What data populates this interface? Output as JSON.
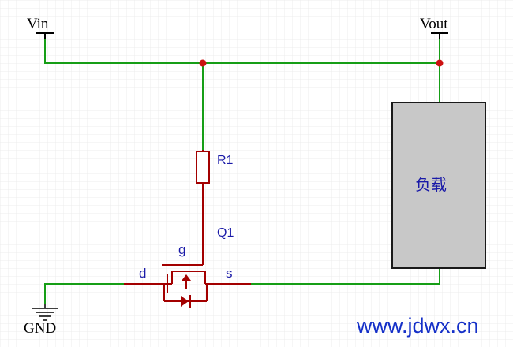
{
  "labels": {
    "vin": "Vin",
    "vout": "Vout",
    "gnd": "GND",
    "r1": "R1",
    "q1": "Q1",
    "gate": "g",
    "drain": "d",
    "source": "s",
    "load": "负载",
    "watermark": "www.jdwx.cn"
  },
  "colors": {
    "wire": "#169e16",
    "component": "#a30000",
    "junction": "#cc1111",
    "label": "#1a1aa8",
    "power_symbol": "#000000",
    "load_fill": "#c8c8c8",
    "watermark": "#1530c8",
    "grid": "#e6e6e6"
  }
}
